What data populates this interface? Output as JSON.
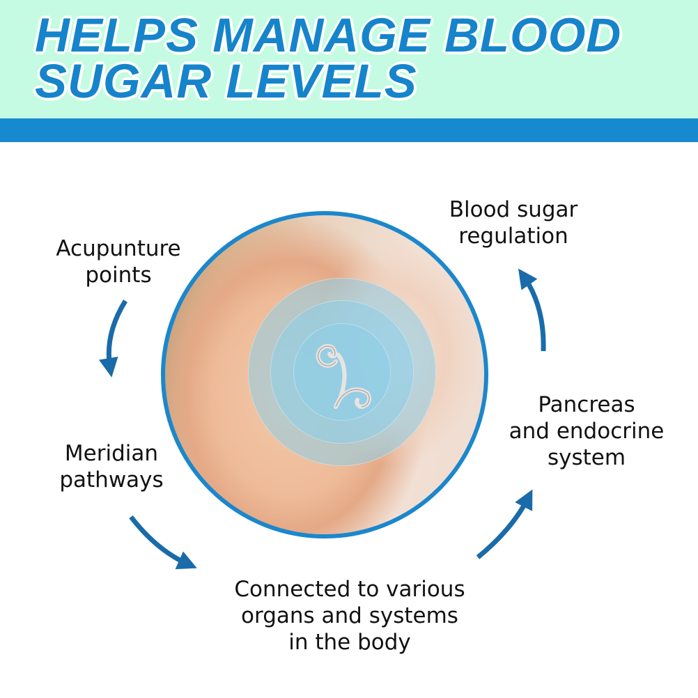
{
  "header": {
    "title_line1": "HELPS MANAGE BLOOD",
    "title_line2": "SUGAR LEVELS"
  },
  "diagram": {
    "steps": [
      {
        "line1": "Acupunture",
        "line2": "points"
      },
      {
        "line1": "Meridian",
        "line2": "pathways"
      },
      {
        "line1": "Connected to various",
        "line2": "organs and systems",
        "line3": "in the body"
      },
      {
        "line1": "Pancreas",
        "line2": "and endocrine",
        "line3": "system"
      },
      {
        "line1": "Blood sugar",
        "line2": "regulation"
      }
    ]
  },
  "colors": {
    "header_bg": "#c5fbe2",
    "accent": "#1789cf",
    "arrow": "#1a6ba9"
  }
}
